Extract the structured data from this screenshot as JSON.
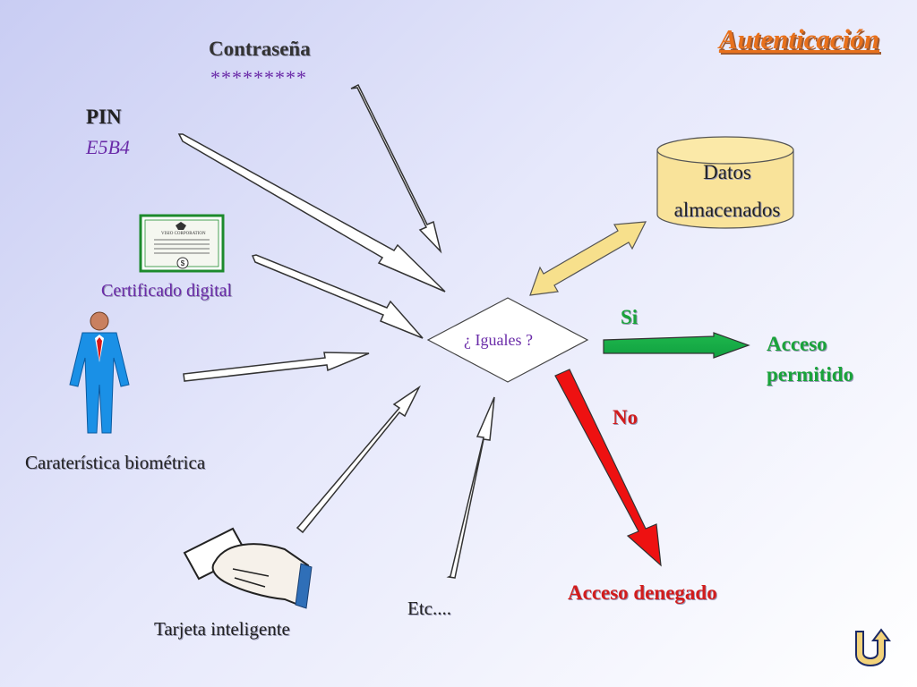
{
  "title": "Autenticación",
  "inputs": {
    "password": {
      "label": "Contraseña",
      "value": "*********"
    },
    "pin": {
      "label": "PIN",
      "value": "E5B4"
    },
    "certificate": {
      "label": "Certificado digital",
      "card_text": "VISIO CORPORATION",
      "symbol": "$"
    },
    "biometric": {
      "label": "Caraterística biométrica"
    },
    "smart_card": {
      "label": "Tarjeta inteligente"
    },
    "other": {
      "label": "Etc...."
    }
  },
  "decision": {
    "label": "¿ Iguales ?"
  },
  "database": {
    "line1": "Datos",
    "line2": "almacenados",
    "fill": "#f9e39a"
  },
  "outcomes": {
    "yes": {
      "label": "Si",
      "result_line1": "Acceso",
      "result_line2": "permitido",
      "color": "#1aa33a"
    },
    "no": {
      "label": "No",
      "result": "Acceso denegado",
      "color": "#e01010"
    }
  },
  "icons": {
    "navigation": "u-turn-arrow-icon",
    "person": "person-icon",
    "card": "hand-card-icon",
    "cert": "certificate-icon"
  }
}
